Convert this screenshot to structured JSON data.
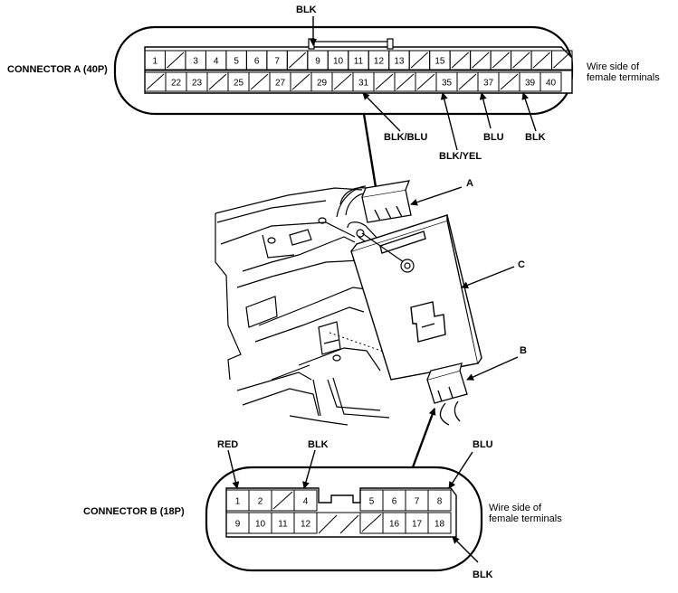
{
  "connector_a": {
    "title": "CONNECTOR A (40P)",
    "note_line1": "Wire side of",
    "note_line2": "female terminals",
    "top_row": [
      "1",
      "",
      "3",
      "4",
      "5",
      "6",
      "7",
      "",
      "9",
      "10",
      "11",
      "12",
      "13",
      "",
      "15",
      "",
      "",
      "",
      "",
      "",
      ""
    ],
    "bottom_row": [
      "",
      "22",
      "23",
      "",
      "25",
      "",
      "27",
      "",
      "29",
      "",
      "31",
      "",
      "",
      "",
      "35",
      "",
      "37",
      "",
      "39",
      "40"
    ],
    "wire_labels": {
      "pin9": "BLK",
      "pin31": "BLK/BLU",
      "pin35": "BLK/YEL",
      "pin37": "BLU",
      "pin39": "BLK"
    }
  },
  "connector_b": {
    "title": "CONNECTOR B (18P)",
    "note_line1": "Wire side of",
    "note_line2": "female terminals",
    "top_left": [
      "1",
      "2",
      "",
      "4"
    ],
    "top_right": [
      "5",
      "6",
      "7",
      "8"
    ],
    "bottom_left": [
      "9",
      "10",
      "11",
      "12"
    ],
    "bottom_right": [
      "",
      "16",
      "17",
      "18"
    ],
    "wire_labels": {
      "pin1": "RED",
      "pin4": "BLK",
      "pin8": "BLU",
      "pin18": "BLK"
    }
  },
  "callouts": {
    "a": "A",
    "b": "B",
    "c": "C"
  }
}
